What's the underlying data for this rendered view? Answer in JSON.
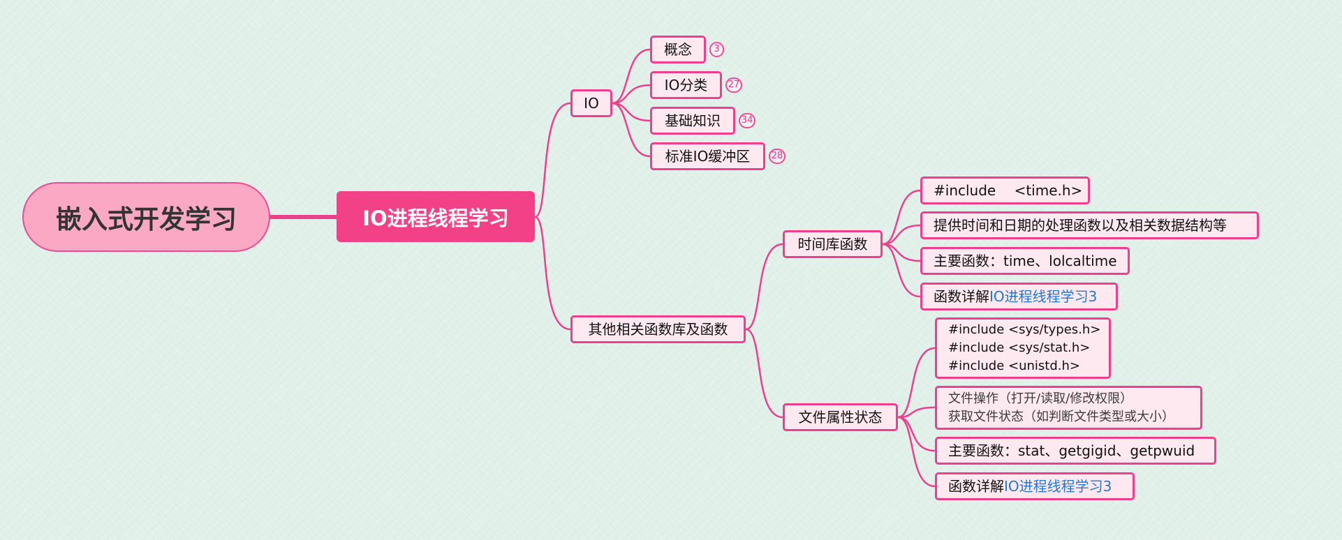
{
  "root": {
    "label": "嵌入式开发学习"
  },
  "main": {
    "label": "IO进程线程学习"
  },
  "io": {
    "label": "IO",
    "children": [
      {
        "label": "概念",
        "badge": "3"
      },
      {
        "label": "IO分类",
        "badge": "27"
      },
      {
        "label": "基础知识",
        "badge": "34"
      },
      {
        "label": "标准IO缓冲区",
        "badge": "28"
      }
    ]
  },
  "other": {
    "label": "其他相关函数库及函数",
    "time": {
      "label": "时间库函数",
      "items": [
        {
          "text": "#include　 <time.h>"
        },
        {
          "text": "提供时间和日期的处理函数以及相关数据结构等"
        },
        {
          "text": "主要函数：time、lolcaltime"
        },
        {
          "prefix": "函数详解",
          "link": "IO进程线程学习3"
        }
      ]
    },
    "file": {
      "label": "文件属性状态",
      "includes": [
        "#include <sys/types.h>",
        "#include <sys/stat.h>",
        "#include <unistd.h>"
      ],
      "ops": [
        "文件操作（打开/读取/修改权限）",
        "获取文件状态（如判断文件类型或大小）"
      ],
      "main_funcs": "主要函数：stat、getgigid、getpwuid",
      "detail": {
        "prefix": "函数详解",
        "link": "IO进程线程学习3"
      }
    }
  },
  "colors": {
    "branch_line": "#ee3f8c",
    "node_border": "#ee3f8c",
    "node_fill": "#fde9ef",
    "main_fill": "#f34187",
    "root_fill": "#fba8c4",
    "link_text": "#1e78d8",
    "background": "#e2f0ea"
  }
}
